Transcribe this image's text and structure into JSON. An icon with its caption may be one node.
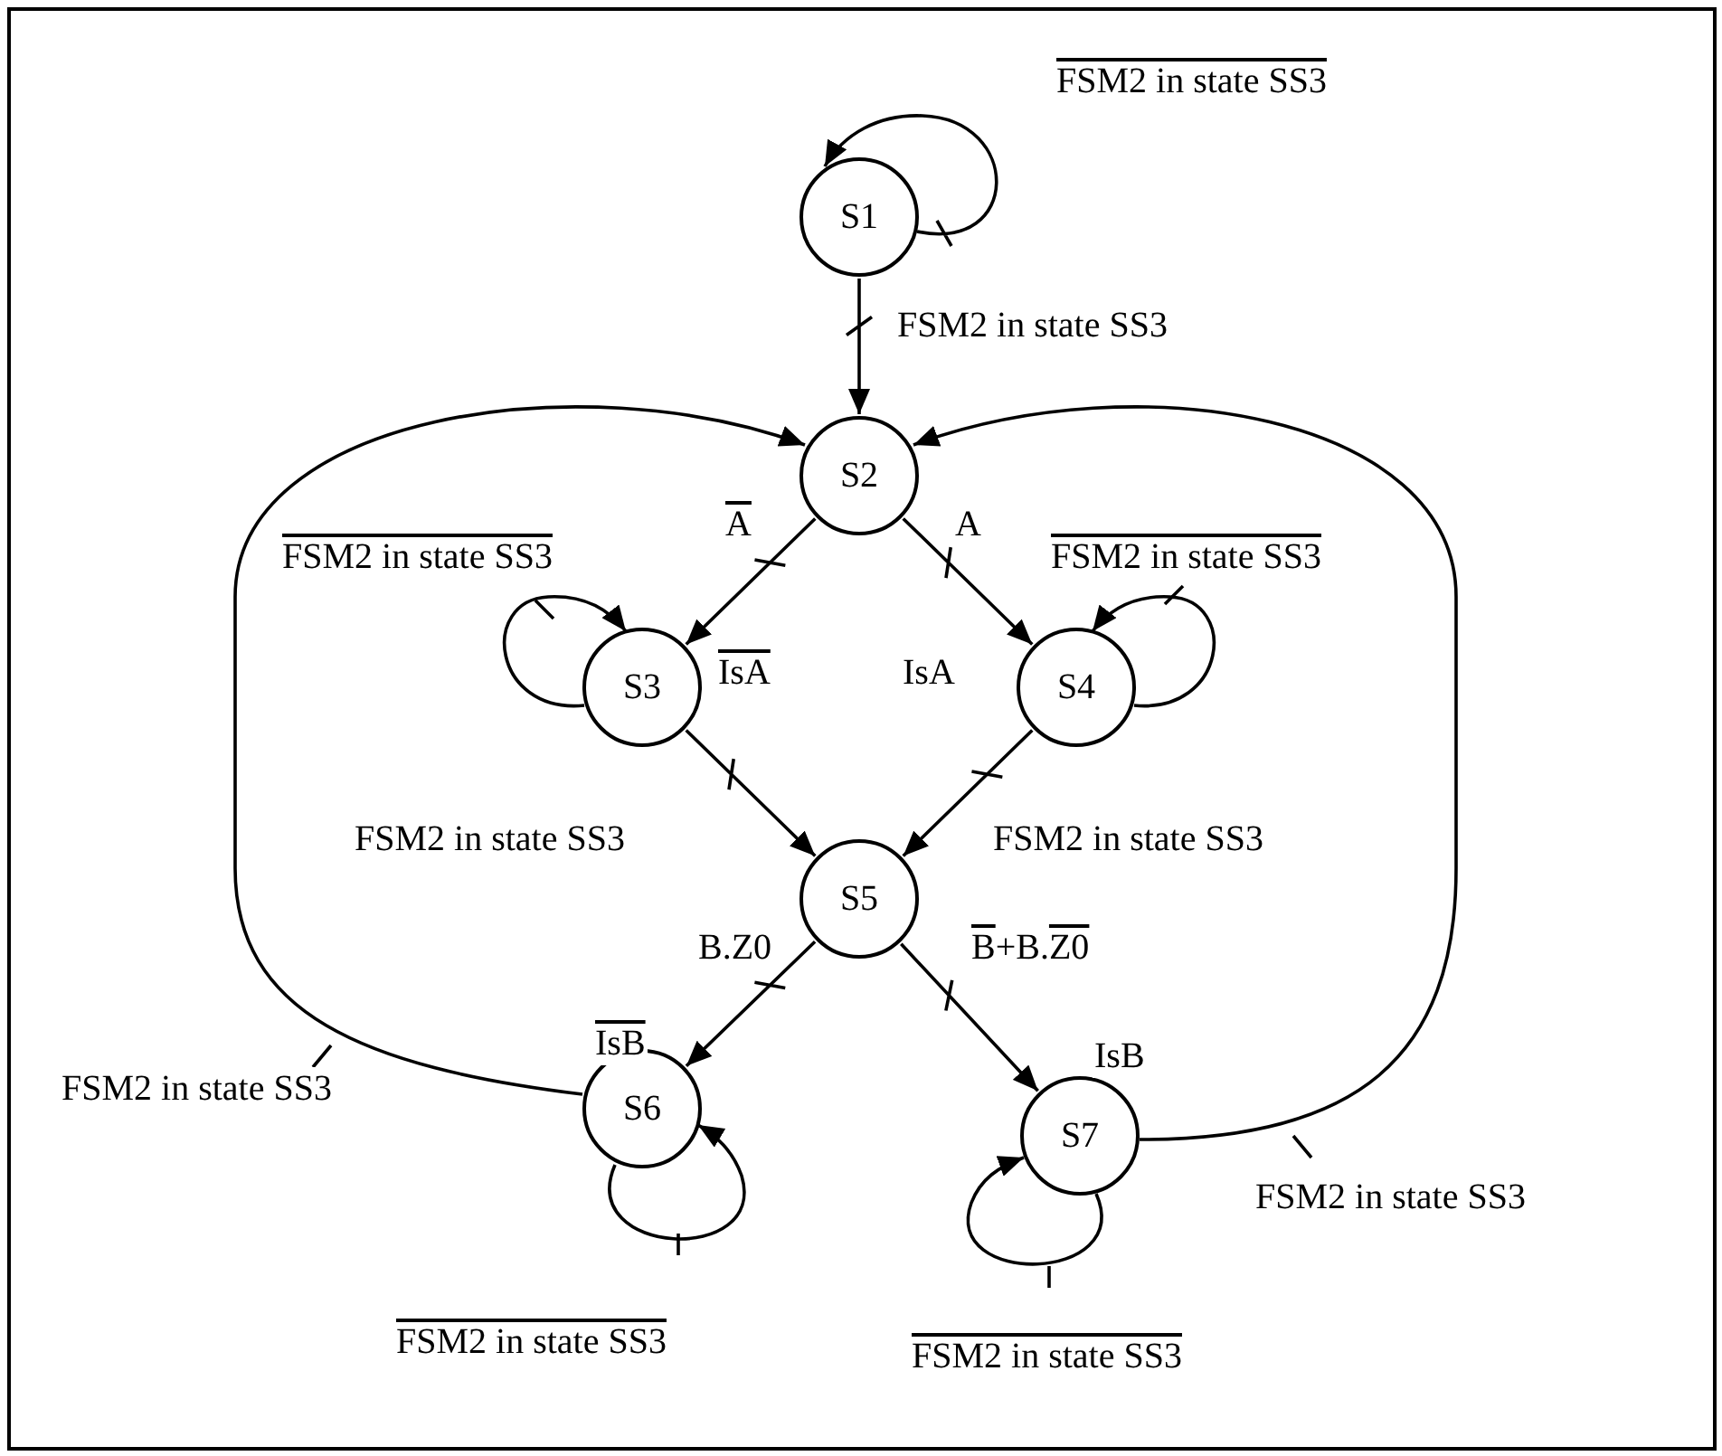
{
  "diagram": {
    "nodes": [
      {
        "text": [
          "S1"
        ]
      },
      {
        "text": [
          "S2"
        ]
      },
      {
        "text": [
          "S3"
        ],
        "beside": [
          "IsA"
        ]
      },
      {
        "text": [
          "S4"
        ],
        "beside": [
          "IsA"
        ]
      },
      {
        "text": [
          "S5"
        ]
      },
      {
        "text": [
          "S6"
        ],
        "beside": [
          "IsB"
        ]
      },
      {
        "text": [
          "S7"
        ],
        "beside": [
          "IsB"
        ]
      }
    ],
    "edges": [
      {
        "from": 0,
        "to": 0,
        "arrow": "to",
        "label": "FSM2 in state SS3"
      },
      {
        "from": 0,
        "to": 1,
        "arrow": "to",
        "label": "FSM2 in state SS3"
      },
      {
        "from": 1,
        "to": 2,
        "arrow": "to",
        "label": "A"
      },
      {
        "from": 1,
        "to": 3,
        "arrow": "to",
        "label": "A"
      },
      {
        "from": 2,
        "to": 2,
        "arrow": "to",
        "label": "FSM2 in state SS3"
      },
      {
        "from": 3,
        "to": 3,
        "arrow": "to",
        "label": "FSM2 in state SS3"
      },
      {
        "from": 2,
        "to": 4,
        "arrow": "to",
        "label": "FSM2 in state SS3"
      },
      {
        "from": 3,
        "to": 4,
        "arrow": "to",
        "label": "FSM2 in state SS3"
      },
      {
        "from": 4,
        "to": 5,
        "arrow": "to",
        "label": "B.Z0"
      },
      {
        "from": 4,
        "to": 6,
        "arrow": "to",
        "label": "B+B.Z0"
      },
      {
        "from": 5,
        "to": 1,
        "arrow": "to",
        "label": "FSM2 in state SS3"
      },
      {
        "from": 6,
        "to": 1,
        "arrow": "to",
        "label": "FSM2 in state SS3"
      },
      {
        "from": 5,
        "to": 5,
        "arrow": "to",
        "label": "FSM2 in state SS3"
      },
      {
        "from": 6,
        "to": 6,
        "arrow": "to",
        "label": "FSM2 in state SS3"
      }
    ]
  }
}
